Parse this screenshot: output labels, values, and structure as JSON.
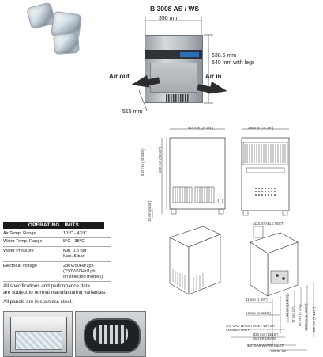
{
  "header": {
    "model": "B 3008 AS / WS"
  },
  "top_drawing": {
    "width_dim": "390 mm",
    "height_dim_1": "638.5 mm",
    "height_dim_2": "640 mm with legs",
    "depth_dim": "515 mm",
    "air_out": "Air out",
    "air_in": "Air in"
  },
  "front_drawing": {
    "width_label": "515 mm (20 1/4\")",
    "height_total": "640 mm (25 3/16\")",
    "height_body": "600 mm (23 5/8\")",
    "legs": "15 mm (9/16\")"
  },
  "side_drawing": {
    "width_label": "390 mm (15 3/8\")",
    "adjustable_feet": "ADJUSTABLE FEET"
  },
  "iso_drawing": {
    "d1": "41 mm (1 5/8\")",
    "d2": "94 mm (3 11/16\")",
    "d3": "44 mm (1 3/4\")",
    "d4": "77 mm (3\")",
    "d5": "96 mm (3 3/4\")",
    "d6": "122 mm (4 13/16\")",
    "d7": "180 mm (7 1/16\")",
    "water_inlet_cooled": "3/4\" GAS WATER INLET WATER COOLED ONLY",
    "water_drain": "Ø20 mm (13/16\") WATER DRAIN",
    "water_inlet": "3/4\" GAS WATER INLET",
    "cord_set": "CORD SET"
  },
  "operating_limits": {
    "title": "OPERATING LIMITS",
    "rows": [
      {
        "label": "Air Temp. Range",
        "value": "10°C - 43°C"
      },
      {
        "label": "Water Temp. Range",
        "value": "5°C - 38°C"
      },
      {
        "label": "Water Pressure",
        "value": "Min. 0.8 bar",
        "value2": "Max. 5 bar"
      },
      {
        "label": "Electrical Voltage",
        "value": "230V/50Hz/1ph",
        "value2": "(230V/60Hz/1ph",
        "value3": "on selected models)"
      }
    ]
  },
  "notes": {
    "spec_line1": "All specifications and performance data",
    "spec_line2": "are subject to normal manufacturing variances.",
    "panels": "All panels are in stainless steel."
  }
}
